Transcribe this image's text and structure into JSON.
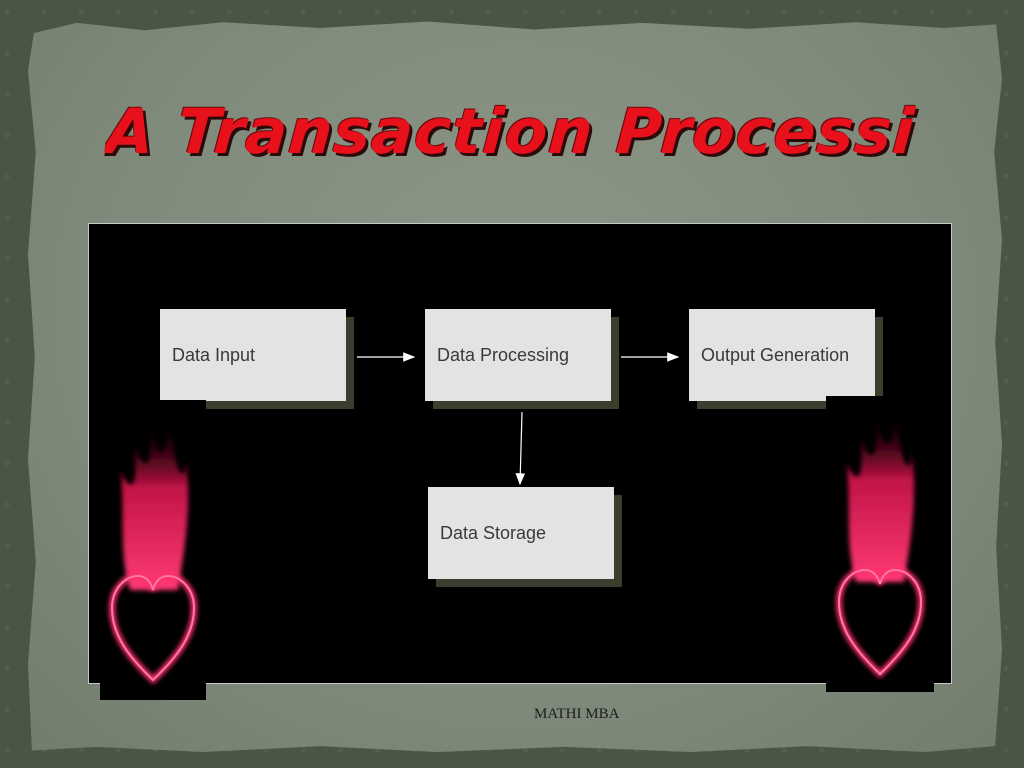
{
  "slide": {
    "title": "A Transaction Processi",
    "footer": "MATHI MBA"
  },
  "diagram": {
    "nodes": [
      {
        "id": "data-input",
        "label": "Data Input"
      },
      {
        "id": "data-processing",
        "label": "Data Processing"
      },
      {
        "id": "output-generation",
        "label": "Output Generation"
      },
      {
        "id": "data-storage",
        "label": "Data Storage"
      }
    ],
    "edges": [
      {
        "from": "data-input",
        "to": "data-processing"
      },
      {
        "from": "data-processing",
        "to": "output-generation"
      },
      {
        "from": "data-processing",
        "to": "data-storage"
      }
    ]
  },
  "decorations": {
    "icons": [
      "flaming-heart-icon",
      "flaming-heart-icon"
    ],
    "colors": {
      "title": "#e8111b",
      "heart": "#ff2f6d",
      "box": "#e3e3e3"
    }
  }
}
